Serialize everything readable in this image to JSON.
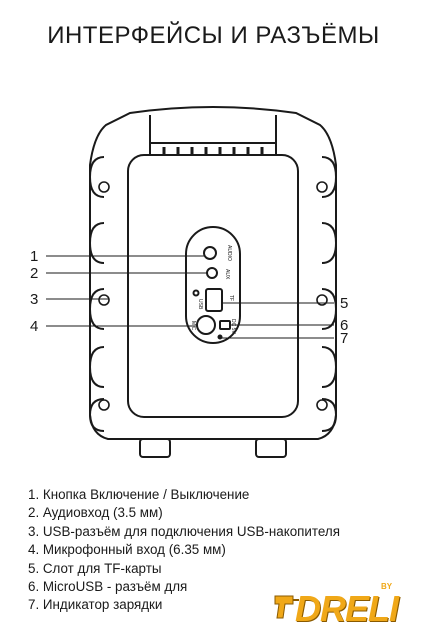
{
  "title": "ИНТЕРФЕЙСЫ И РАЗЪЁМЫ",
  "callouts": [
    "1",
    "2",
    "3",
    "4",
    "5",
    "6",
    "7"
  ],
  "panel_labels": {
    "audio": "AUDIO",
    "aux": "AUX",
    "tf": "TF",
    "usb": "USB",
    "mic": "MIC",
    "dc": "DC 5V"
  },
  "legend": [
    "1. Кнопка Включение / Выключение",
    "2. Аудиовход (3.5 мм)",
    "3. USB-разъём для подключения USB-накопителя",
    "4. Микрофонный вход (6.35 мм)",
    "5. Слот для TF-карты",
    "6. MicroUSB - разъём для",
    "7. Индикатор зарядки"
  ],
  "logo": {
    "text": "DRELI",
    "by": "BY"
  },
  "colors": {
    "line": "#1a1a1a",
    "logo": "#f0a818"
  }
}
